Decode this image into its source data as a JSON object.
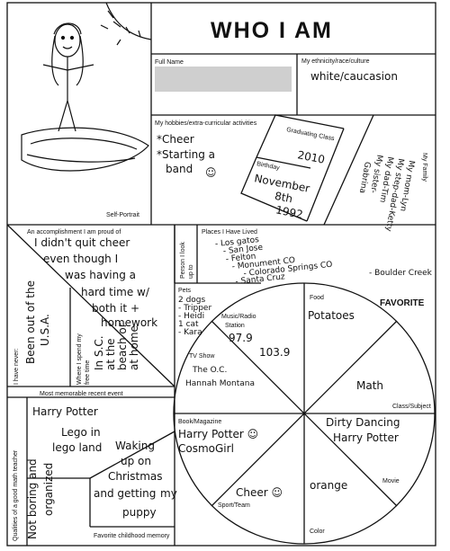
{
  "title": "WHO I AM",
  "favorite_heading": "FAVORITE",
  "labels": {
    "self_portrait": "Self-Portrait",
    "full_name": "Full Name",
    "ethnicity": "My ethnicity/race/culture",
    "hobbies": "My hobbies/extra-curricular activities",
    "graduating_class": "Graduating Class",
    "birthday": "Birthday",
    "my_family": "My Family",
    "accomplishment": "An accomplishment I am proud of",
    "person_look_up_1": "Person I look",
    "person_look_up_2": "up to",
    "places_lived": "Places I Have Lived",
    "pets": "Pets",
    "never_1": "I have never:",
    "free_time_1": "Where I spend my",
    "free_time_2": "free time",
    "memorable_event": "Most memorable recent event",
    "qualities": "Qualities of a good math teacher",
    "childhood_memory": "Favorite childhood memory",
    "food": "Food",
    "music": "Music/Radio",
    "station": "Station",
    "class_subject": "Class/Subject",
    "tv_show": "TV Show",
    "movie": "Movie",
    "book": "Book/Magazine",
    "sport": "Sport/Team",
    "color": "Color"
  },
  "answers": {
    "ethnicity": "white/caucasion",
    "hobbies_1": "*Cheer",
    "hobbies_2": "*Starting a",
    "hobbies_3": "band",
    "hobbies_face": "☺",
    "grad_year": "2010",
    "birthday_1": "November",
    "birthday_2": "8th",
    "birthday_3": "1992",
    "family_1": "My mom-Lyn",
    "family_2": "My step-dad-Ketty",
    "family_3": "My dad-Tim",
    "family_4": "My sister-",
    "family_5": "Gabrina",
    "accomplishment_1": "I didn't quit cheer",
    "accomplishment_2": "even though I",
    "accomplishment_3": "was having a",
    "accomplishment_4": "hard time w/",
    "accomplishment_5": "both it +",
    "accomplishment_6": "homework",
    "places_1": "- Los gatos",
    "places_2": "- San Jose",
    "places_3": "- Felton",
    "places_4": "- Monument CO",
    "places_5": "- Colorado Springs CO",
    "places_6": "- Santa Cruz",
    "places_7": "- Boulder Creek",
    "pets_1": "2 dogs",
    "pets_2": "- Tripper",
    "pets_3": "- Heidi",
    "pets_4": "1 cat",
    "pets_5": "- Kara",
    "never_1": "Been out of the",
    "never_2": "U.S.A.",
    "free_time_1": "In S.C.",
    "free_time_2": "at the",
    "free_time_3": "beach or",
    "free_time_4": "at home",
    "memorable_1": "Harry Potter",
    "memorable_2": "Lego in",
    "memorable_3": "lego land",
    "qualities_1": "Not boring and",
    "qualities_2": "organized",
    "childhood_1": "Waking",
    "childhood_2": "up on",
    "childhood_3": "Christmas",
    "childhood_4": "and getting",
    "childhood_5": "my",
    "childhood_6": "puppy",
    "food": "Potatoes",
    "music_1": "97.9",
    "music_2": "103.9",
    "class_subject": "Math",
    "tv_1": "The O.C.",
    "tv_2": "Hannah Montana",
    "movie_1": "Dirty Dancing",
    "movie_2": "Harry Potter",
    "book_1": "Harry Potter ☺",
    "book_2": "CosmoGirl",
    "sport": "Cheer ☺",
    "color": "orange"
  },
  "colors": {
    "ink": "#111111",
    "redaction": "#cfcfcf"
  }
}
